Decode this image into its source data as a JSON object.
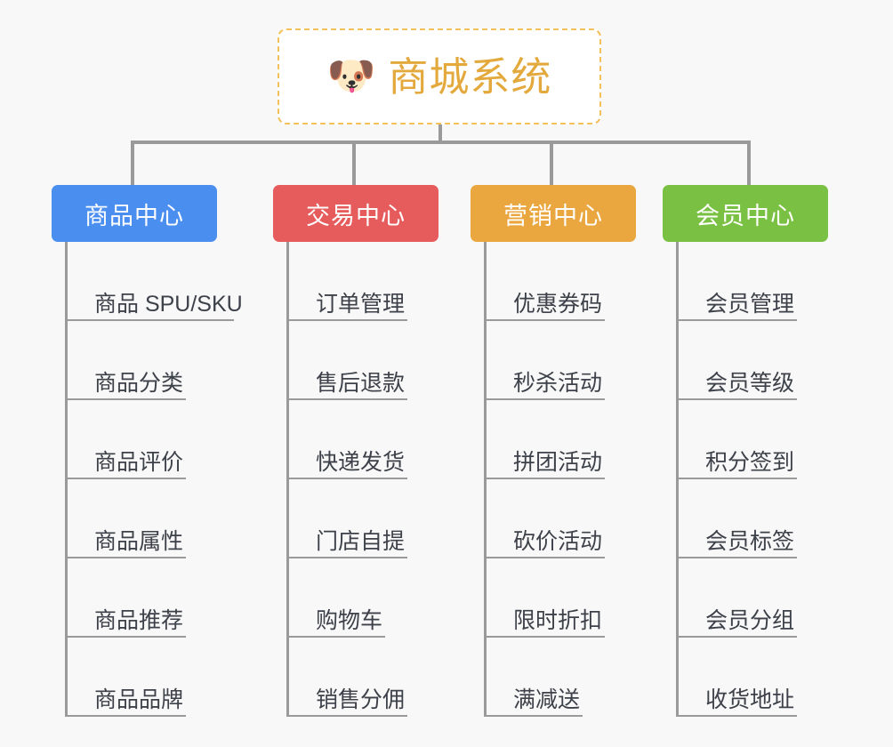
{
  "canvas": {
    "background_color": "#f8f8f8",
    "connector_color": "#9a9a9a"
  },
  "root": {
    "title": "商城系统",
    "icon": "shiba-dog-emoji",
    "icon_glyph": "🐶",
    "text_color": "#e3a93c",
    "border_color": "#f3c05a",
    "background_color": "#ffffff"
  },
  "columns": [
    {
      "title": "商品中心",
      "color": "#4a8ef0",
      "text_color": "#ffffff",
      "items": [
        "商品 SPU/SKU",
        "商品分类",
        "商品评价",
        "商品属性",
        "商品推荐",
        "商品品牌"
      ]
    },
    {
      "title": "交易中心",
      "color": "#e65c5c",
      "text_color": "#ffffff",
      "items": [
        "订单管理",
        "售后退款",
        "快递发货",
        "门店自提",
        "购物车",
        "销售分佣"
      ]
    },
    {
      "title": "营销中心",
      "color": "#eaa73f",
      "text_color": "#ffffff",
      "items": [
        "优惠券码",
        "秒杀活动",
        "拼团活动",
        "砍价活动",
        "限时折扣",
        "满减送"
      ]
    },
    {
      "title": "会员中心",
      "color": "#7ac143",
      "text_color": "#ffffff",
      "items": [
        "会员管理",
        "会员等级",
        "积分签到",
        "会员标签",
        "会员分组",
        "收货地址"
      ]
    }
  ]
}
